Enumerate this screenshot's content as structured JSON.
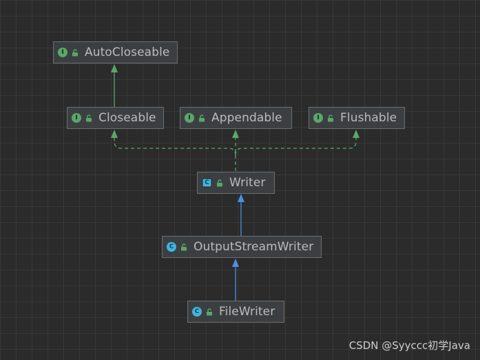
{
  "diagram": {
    "nodes": [
      {
        "id": "autocloseable",
        "label": "AutoCloseable",
        "kind": "interface",
        "icon": "interface-icon"
      },
      {
        "id": "closeable",
        "label": "Closeable",
        "kind": "interface",
        "icon": "interface-icon"
      },
      {
        "id": "appendable",
        "label": "Appendable",
        "kind": "interface",
        "icon": "interface-icon"
      },
      {
        "id": "flushable",
        "label": "Flushable",
        "kind": "interface",
        "icon": "interface-icon"
      },
      {
        "id": "writer",
        "label": "Writer",
        "kind": "abstract-class",
        "icon": "abstract-class-icon"
      },
      {
        "id": "outputstreamwriter",
        "label": "OutputStreamWriter",
        "kind": "class",
        "icon": "class-icon"
      },
      {
        "id": "filewriter",
        "label": "FileWriter",
        "kind": "class",
        "icon": "class-icon"
      }
    ],
    "edges": [
      {
        "from": "closeable",
        "to": "autocloseable",
        "relation": "extends"
      },
      {
        "from": "writer",
        "to": "closeable",
        "relation": "implements"
      },
      {
        "from": "writer",
        "to": "appendable",
        "relation": "implements"
      },
      {
        "from": "writer",
        "to": "flushable",
        "relation": "implements"
      },
      {
        "from": "outputstreamwriter",
        "to": "writer",
        "relation": "extends"
      },
      {
        "from": "filewriter",
        "to": "outputstreamwriter",
        "relation": "extends"
      }
    ],
    "colors": {
      "background": "#2b2b2b",
      "interface_edge": "#59a869",
      "class_edge": "#4a8fe7",
      "interface_icon": "#59a869",
      "class_icon": "#40b6e0",
      "node_fill": "#3c3f41",
      "node_border": "#6e6e6e",
      "label": "#bbbbbb"
    }
  },
  "watermark": {
    "text": "CSDN @Syyccc初学Java"
  }
}
